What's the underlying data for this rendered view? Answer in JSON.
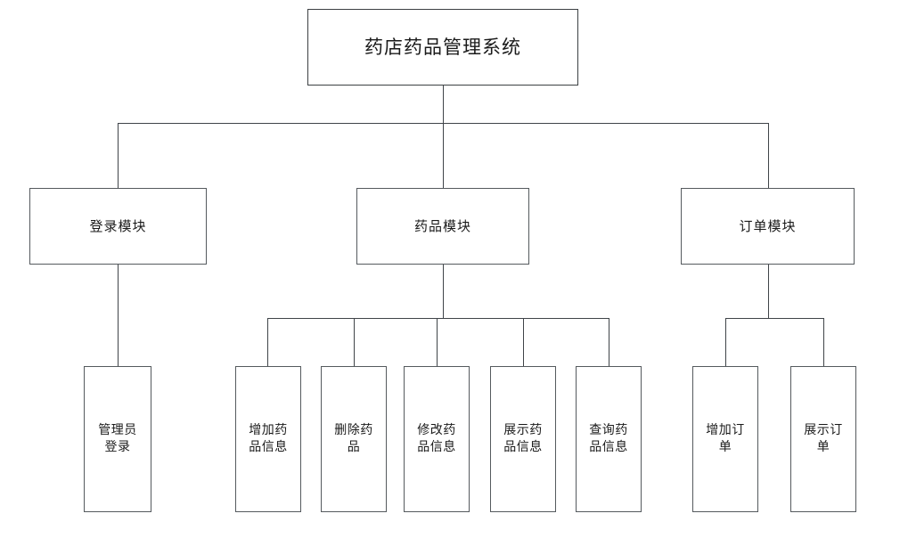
{
  "diagram": {
    "type": "hierarchy-tree",
    "title": "药店药品管理系统",
    "orientation": "top-down",
    "colors": {
      "background": "#ffffff",
      "box_border": "#555a5e",
      "connector": "#3f4448",
      "text": "#1a1a1a"
    },
    "root": {
      "label": "药店药品管理系统"
    },
    "modules": [
      {
        "label": "登录模块"
      },
      {
        "label": "药品模块"
      },
      {
        "label": "订单模块"
      }
    ],
    "leaves": {
      "login": [
        {
          "label": "管理员\n登录"
        }
      ],
      "medicine": [
        {
          "label": "增加药\n品信息"
        },
        {
          "label": "删除药\n品"
        },
        {
          "label": "修改药\n品信息"
        },
        {
          "label": "展示药\n品信息"
        },
        {
          "label": "查询药\n品信息"
        }
      ],
      "order": [
        {
          "label": "增加订\n单"
        },
        {
          "label": "展示订\n单"
        }
      ]
    }
  }
}
